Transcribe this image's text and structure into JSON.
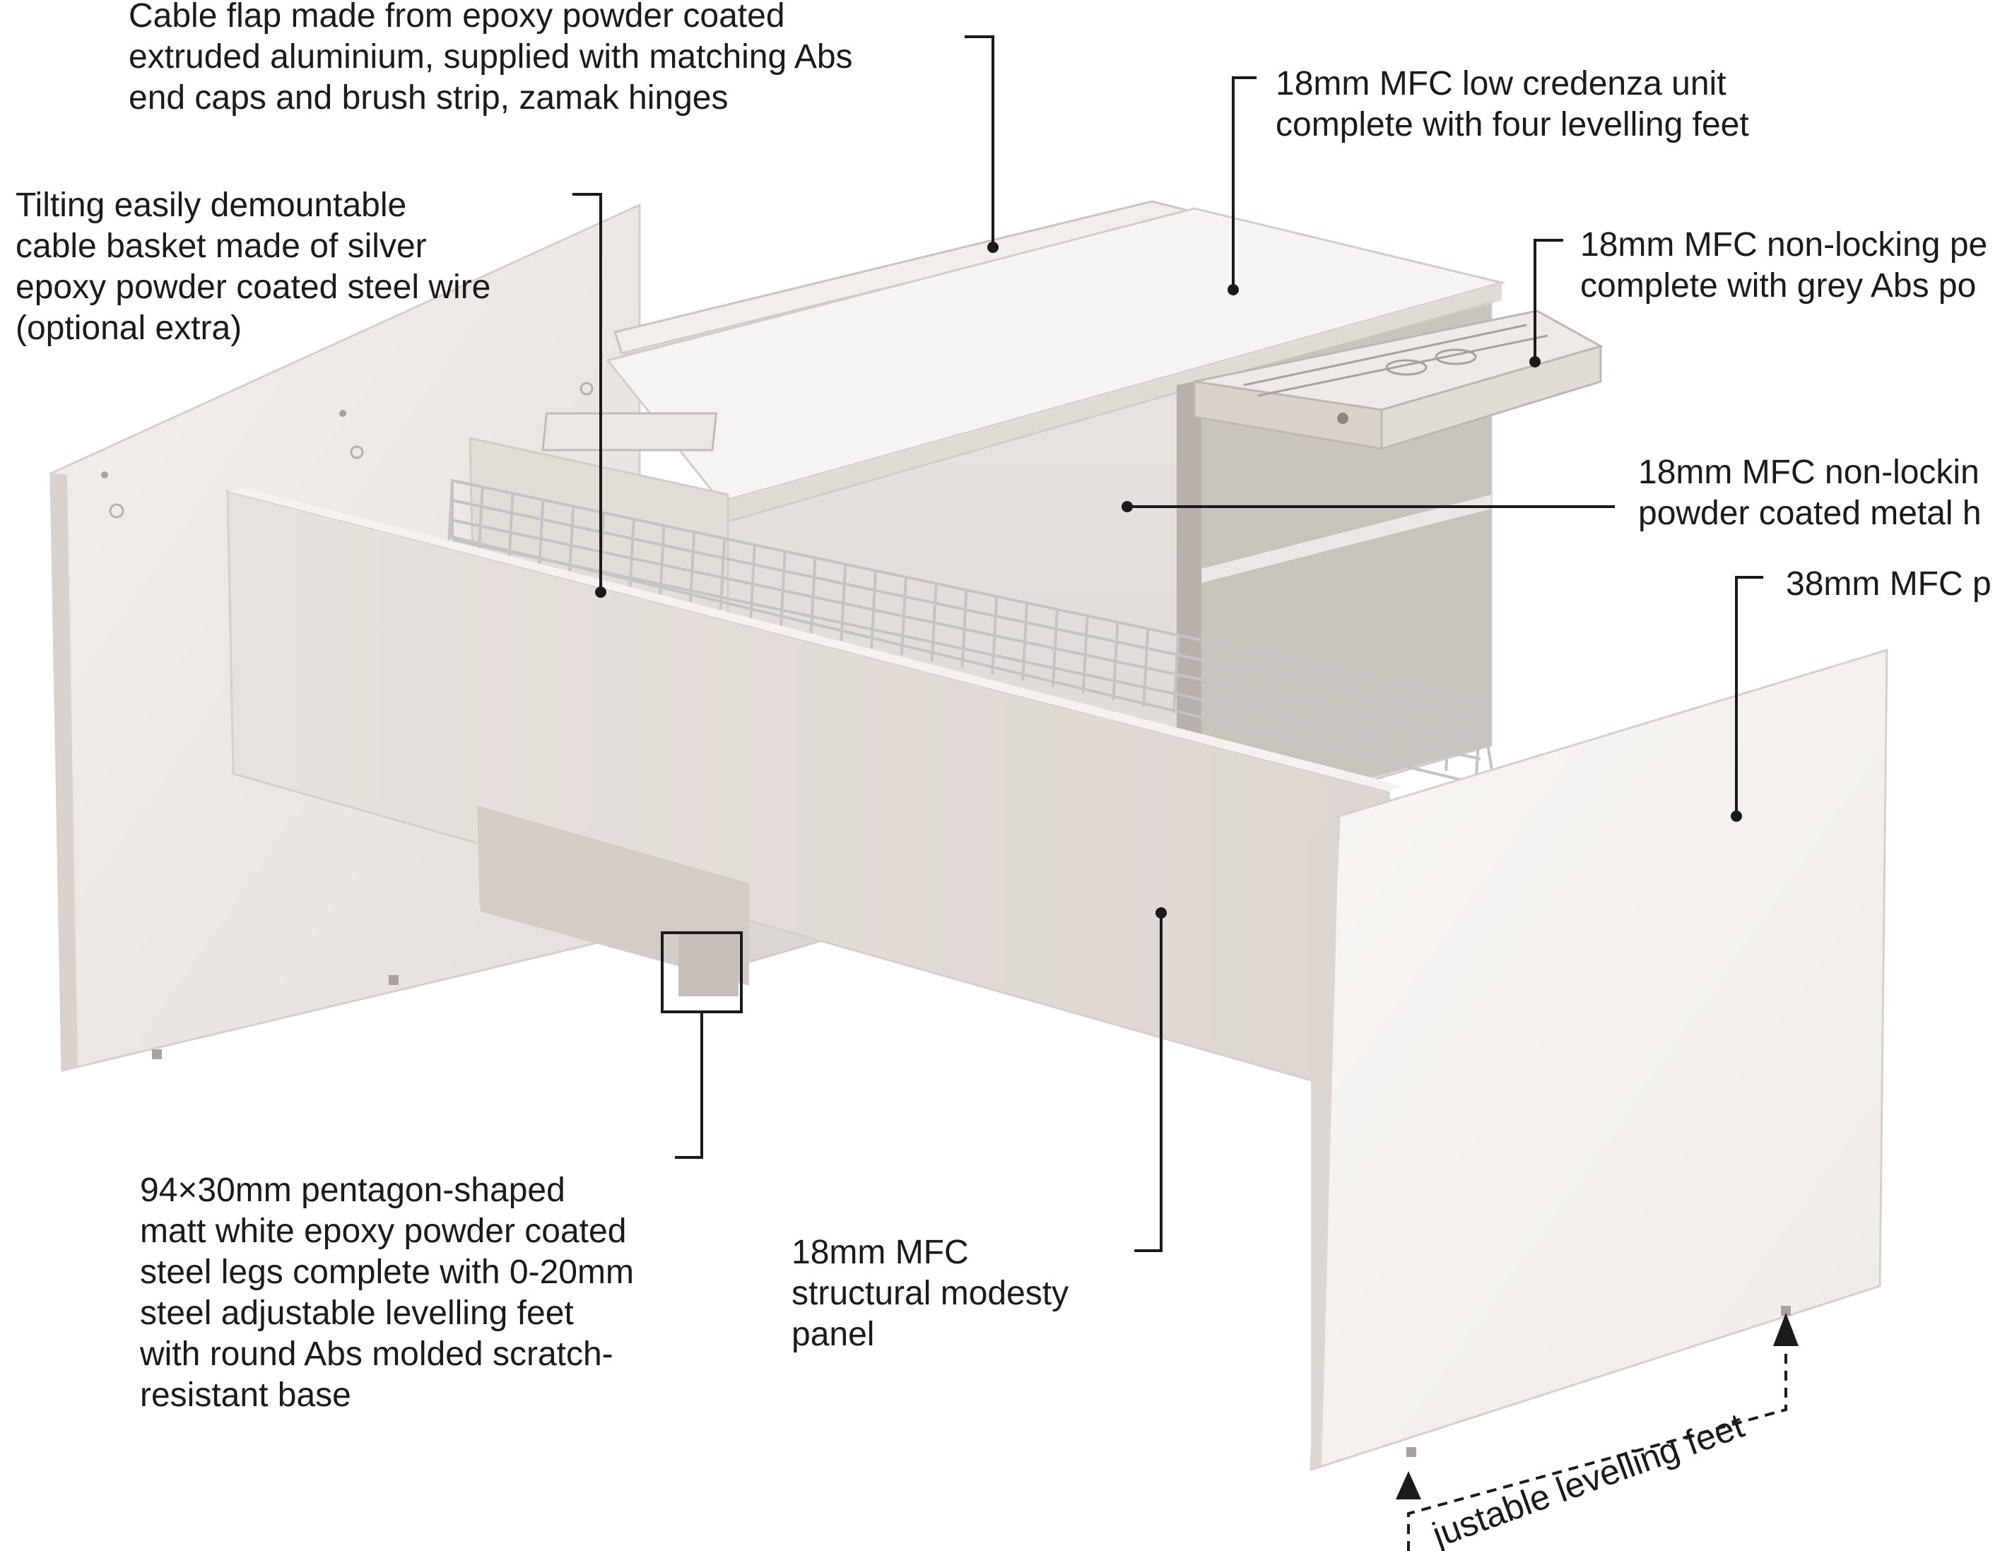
{
  "callouts": {
    "cable_flap": [
      "Cable flap made from epoxy powder coated",
      "extruded aluminium, supplied with matching Abs",
      "end caps and brush strip, zamak hinges"
    ],
    "credenza_unit": [
      "18mm MFC low credenza unit",
      "complete with four levelling feet"
    ],
    "pencil_drawer": [
      "18mm MFC non-locking pe",
      "complete with grey Abs po"
    ],
    "cable_basket": [
      "Tilting easily demountable",
      "cable basket made of silver",
      "epoxy powder coated steel wire",
      "(optional extra)"
    ],
    "non_locking_shelf": [
      "18mm MFC non-lockin",
      "powder coated metal h"
    ],
    "panel_38mm": [
      "38mm MFC p"
    ],
    "steel_legs": [
      "94×30mm pentagon-shaped",
      "matt white epoxy powder coated",
      "steel legs complete with 0-20mm",
      "steel adjustable levelling feet",
      "with round Abs molded scratch-",
      "resistant base"
    ],
    "modesty_panel": [
      "18mm MFC",
      "structural modesty",
      "panel"
    ],
    "levelling_feet": "justable levelling feet"
  },
  "colors": {
    "line": "#1a1a1a",
    "panel_light": "#efeae6",
    "panel_mid": "#e2dcd7",
    "panel_shadow": "#cfc7c1",
    "wire": "#c9c9c9"
  }
}
